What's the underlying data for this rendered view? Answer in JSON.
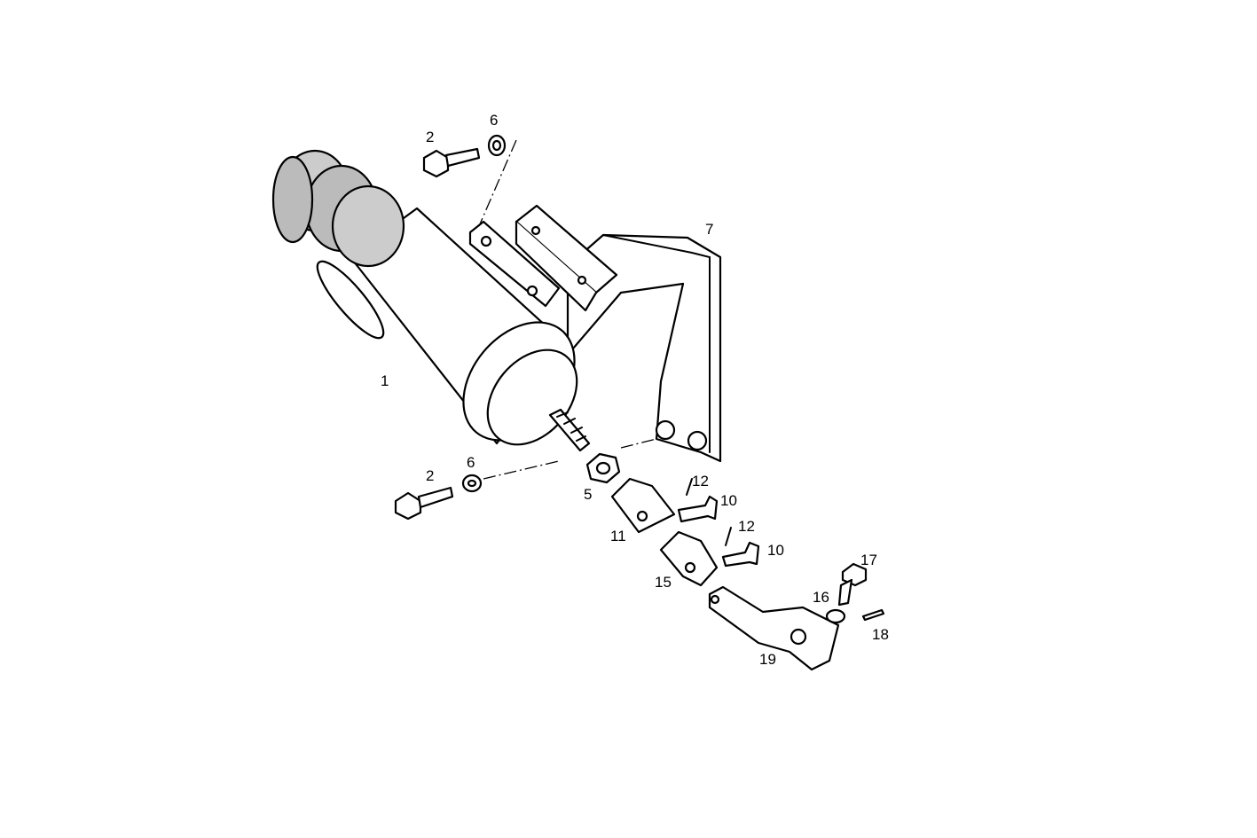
{
  "callouts": [
    {
      "id": "c1",
      "text": "1"
    },
    {
      "id": "c2a",
      "text": "2"
    },
    {
      "id": "c6a",
      "text": "6"
    },
    {
      "id": "c7",
      "text": "7"
    },
    {
      "id": "c2b",
      "text": "2"
    },
    {
      "id": "c6b",
      "text": "6"
    },
    {
      "id": "c5",
      "text": "5"
    },
    {
      "id": "c12a",
      "text": "12"
    },
    {
      "id": "c10a",
      "text": "10"
    },
    {
      "id": "c11",
      "text": "11"
    },
    {
      "id": "c12b",
      "text": "12"
    },
    {
      "id": "c10b",
      "text": "10"
    },
    {
      "id": "c15",
      "text": "15"
    },
    {
      "id": "c17",
      "text": "17"
    },
    {
      "id": "c16",
      "text": "16"
    },
    {
      "id": "c18",
      "text": "18"
    },
    {
      "id": "c19",
      "text": "19"
    }
  ]
}
